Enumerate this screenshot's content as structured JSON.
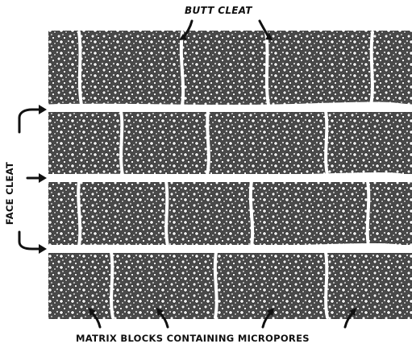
{
  "labels": {
    "butt_cleat": "BUTT CLEAT",
    "face_cleat": "FACE CLEAT",
    "matrix_blocks": "MATRIX BLOCKS CONTAINING MICROPORES"
  },
  "colors": {
    "ink": "#111111",
    "background": "#ffffff",
    "matrix_fill": "#3a3a3a"
  }
}
